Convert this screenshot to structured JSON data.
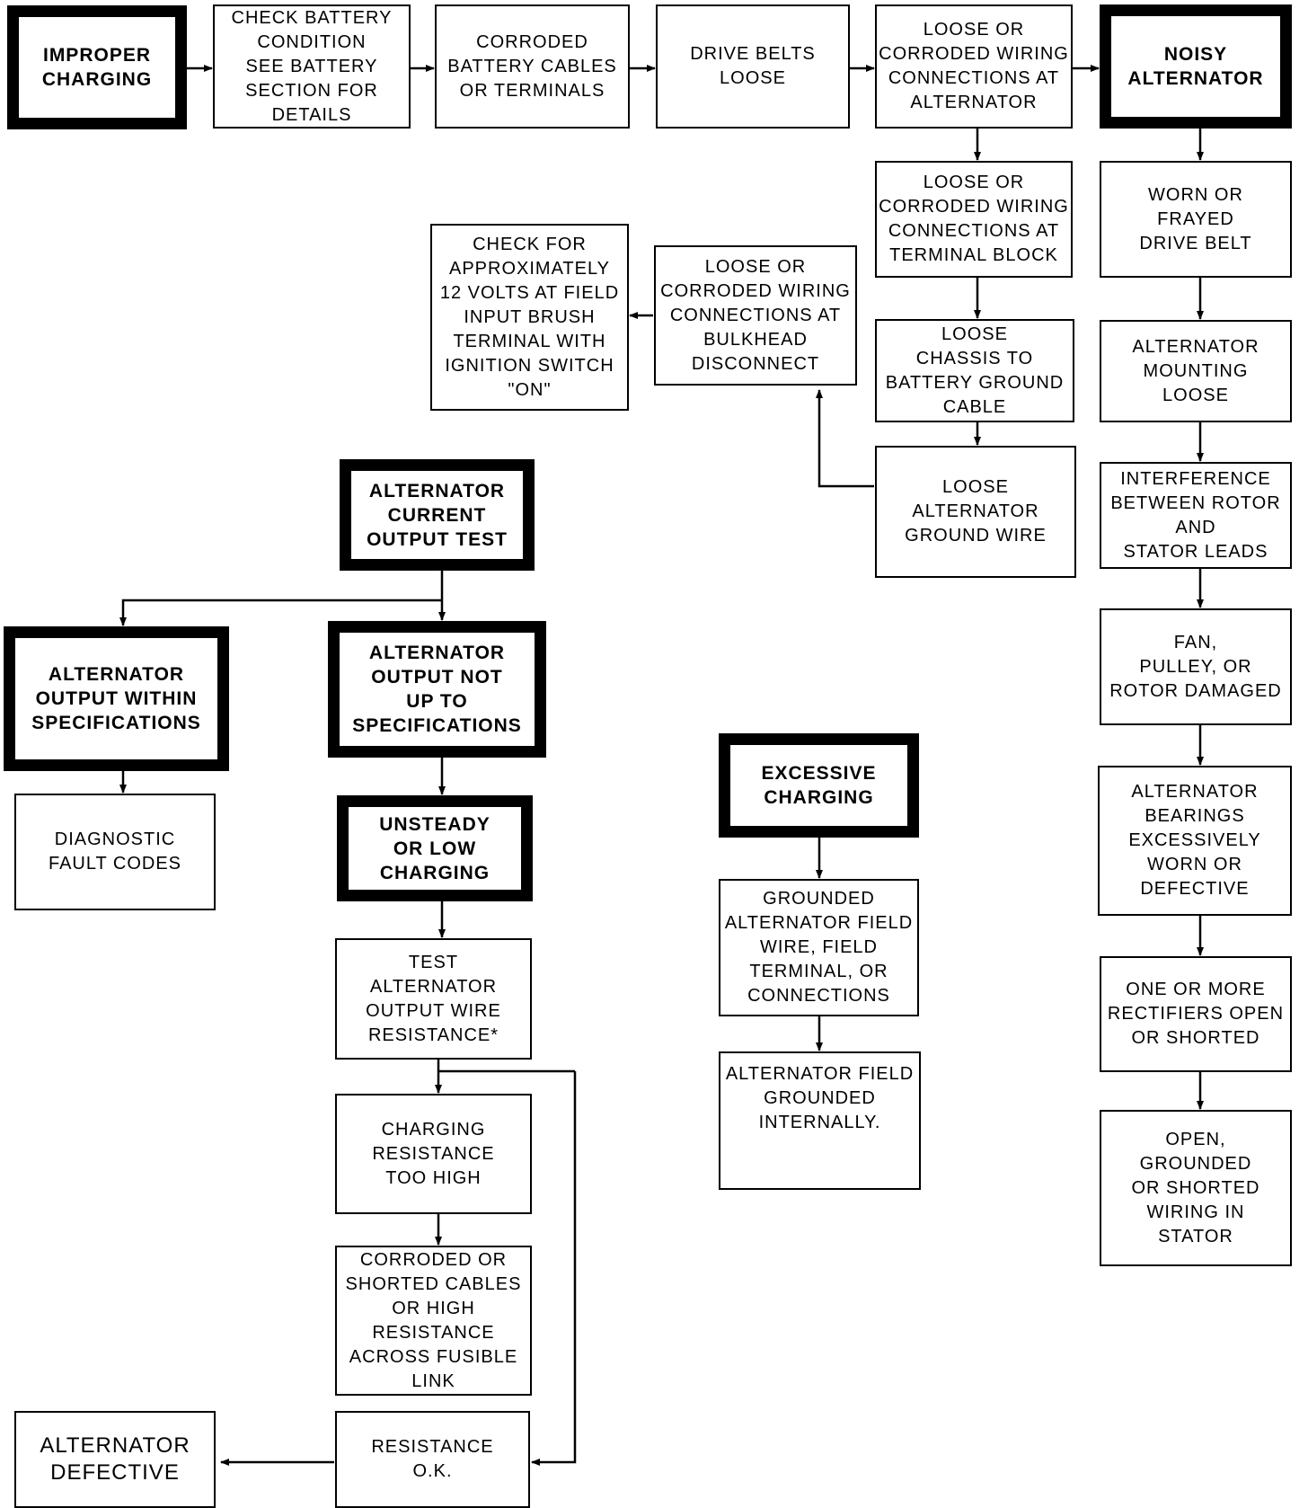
{
  "nodes": {
    "improper_charging": "IMPROPER\nCHARGING",
    "check_battery_condition": "CHECK BATTERY\nCONDITION\nSEE BATTERY\nSECTION FOR\nDETAILS",
    "corroded_battery_cables": "CORRODED\nBATTERY CABLES\nOR TERMINALS",
    "drive_belts_loose": "DRIVE BELTS\nLOOSE",
    "loose_wiring_alternator": "LOOSE OR\nCORRODED WIRING\nCONNECTIONS AT\nALTERNATOR",
    "noisy_alternator": "NOISY\nALTERNATOR",
    "loose_wiring_terminal_block": "LOOSE OR\nCORRODED WIRING\nCONNECTIONS AT\nTERMINAL BLOCK",
    "worn_drive_belt": "WORN OR\nFRAYED\nDRIVE BELT",
    "check_12_volts": "CHECK FOR\nAPPROXIMATELY\n12 VOLTS AT FIELD\nINPUT BRUSH\nTERMINAL WITH\nIGNITION SWITCH\n\"ON\"",
    "loose_wiring_bulkhead": "LOOSE OR\nCORRODED WIRING\nCONNECTIONS AT\nBULKHEAD\nDISCONNECT",
    "loose_chassis_ground": "LOOSE\nCHASSIS TO\nBATTERY GROUND\nCABLE",
    "alternator_mounting_loose": "ALTERNATOR\nMOUNTING\nLOOSE",
    "alternator_current_output_test": "ALTERNATOR\nCURRENT\nOUTPUT TEST",
    "loose_alternator_ground": "LOOSE\nALTERNATOR\nGROUND WIRE",
    "interference_rotor_stator": "INTERFERENCE\nBETWEEN ROTOR\nAND\nSTATOR LEADS",
    "output_within_specs": "ALTERNATOR\nOUTPUT WITHIN\nSPECIFICATIONS",
    "output_not_up_to_specs": "ALTERNATOR\nOUTPUT NOT\nUP TO\nSPECIFICATIONS",
    "fan_pulley_rotor": "FAN,\nPULLEY, OR\nROTOR DAMAGED",
    "excessive_charging": "EXCESSIVE\nCHARGING",
    "bearings_worn": "ALTERNATOR\nBEARINGS\nEXCESSIVELY\nWORN OR\nDEFECTIVE",
    "diagnostic_fault_codes": "DIAGNOSTIC\nFAULT CODES",
    "unsteady_low_charging": "UNSTEADY\nOR LOW\nCHARGING",
    "grounded_field_wire": "GROUNDED\nALTERNATOR FIELD\nWIRE, FIELD\nTERMINAL, OR\nCONNECTIONS",
    "test_output_wire_resistance": "TEST\nALTERNATOR\nOUTPUT WIRE\nRESISTANCE*",
    "rectifiers_open_shorted": "ONE OR MORE\nRECTIFIERS OPEN\nOR SHORTED",
    "field_grounded_internally": "ALTERNATOR FIELD\nGROUNDED\nINTERNALLY.",
    "charging_resistance_high": "CHARGING\nRESISTANCE\nTOO HIGH",
    "stator_wiring": "OPEN,\nGROUNDED\nOR SHORTED\nWIRING IN\nSTATOR",
    "corroded_shorted_cables": "CORRODED OR\nSHORTED CABLES\nOR HIGH\nRESISTANCE\nACROSS FUSIBLE\nLINK",
    "alternator_defective": "ALTERNATOR\nDEFECTIVE",
    "resistance_ok": "RESISTANCE\nO.K."
  }
}
